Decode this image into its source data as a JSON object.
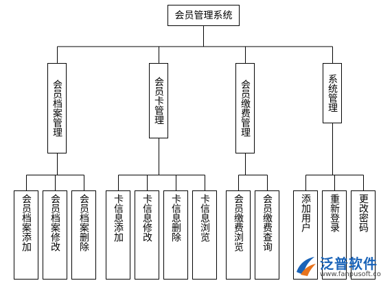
{
  "root": "会员管理系统",
  "branches": [
    {
      "label": "会员档案管理",
      "children": [
        "会员档案添加",
        "会员档案修改",
        "会员档案删除"
      ]
    },
    {
      "label": "会员卡管理",
      "children": [
        "卡信息添加",
        "卡信息修改",
        "卡信息删除",
        "卡信息浏览"
      ]
    },
    {
      "label": "会员缴费管理",
      "children": [
        "会员缴费浏览",
        "会员缴费查询"
      ]
    },
    {
      "label": "系统管理",
      "children": [
        "添加用户",
        "重新登录",
        "更改密码"
      ]
    }
  ],
  "watermark": {
    "name": "泛普软件",
    "url": "www.fanpusoft.com",
    "colors": {
      "blue": "#1a63b8",
      "orange": "#e8731c"
    }
  }
}
